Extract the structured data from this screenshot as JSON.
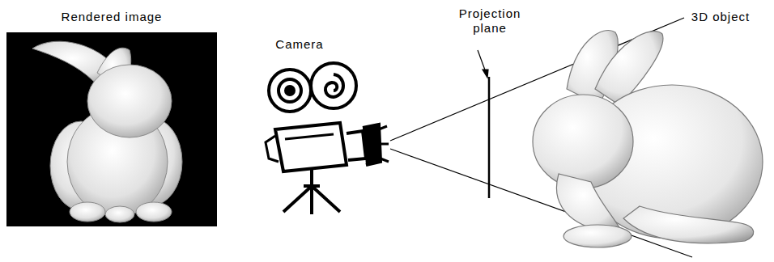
{
  "diagram": {
    "labels": [
      "Rendered image",
      "Camera",
      "Projection plane",
      "3D object"
    ]
  }
}
